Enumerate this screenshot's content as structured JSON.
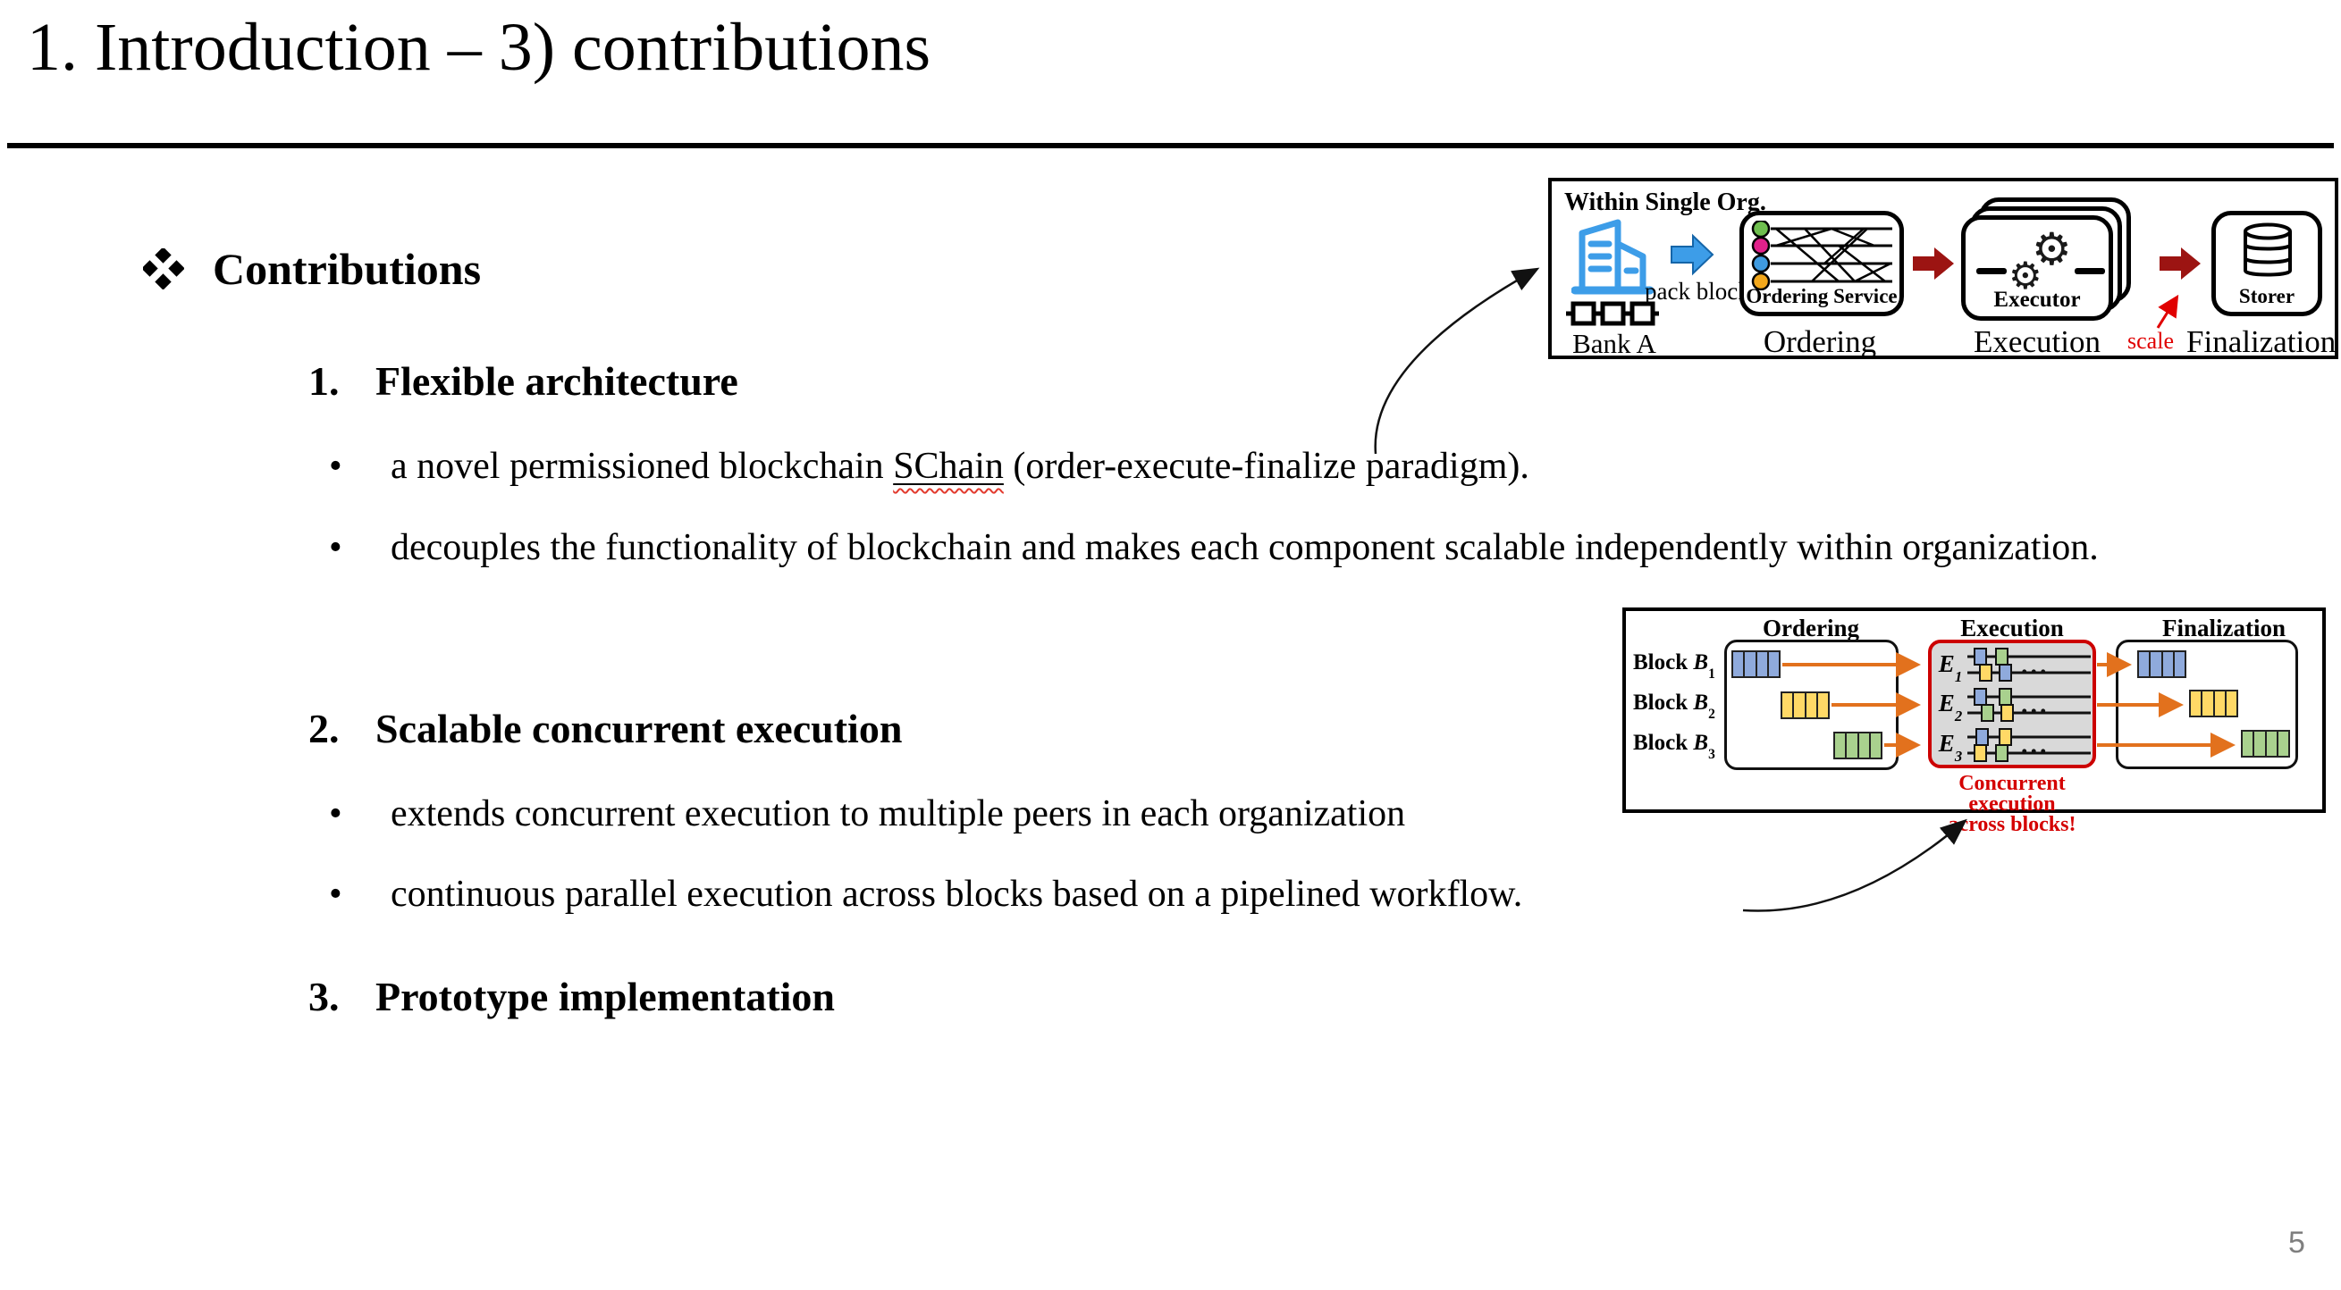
{
  "slide": {
    "title": "1. Introduction – 3) contributions",
    "page_number": "5"
  },
  "outline": {
    "marker_icon": "four-diamond-bullet",
    "heading": "Contributions",
    "bullet_glyph": "•",
    "section1": {
      "number": "1.",
      "title": "Flexible architecture",
      "bullet1_pre": "a novel permissioned blockchain ",
      "bullet1_term": "SChain",
      "bullet1_post": " (order-execute-finalize paradigm).",
      "bullet2": "decouples the functionality of blockchain and makes each component scalable independently within organization."
    },
    "section2": {
      "number": "2.",
      "title": "Scalable concurrent execution",
      "bullet1": "extends concurrent execution to multiple peers in each organization",
      "bullet2": "continuous parallel execution across blocks based on a pipelined workflow."
    },
    "section3": {
      "number": "3.",
      "title": "Prototype implementation"
    }
  },
  "diagram1": {
    "org_label": "Within Single Org.",
    "bank_label": "Bank A",
    "pack_label": "pack block",
    "ordering_service_label": "Ordering Service",
    "executor_label": "Executor",
    "storer_label": "Storer",
    "scale_label": "scale",
    "stage_labels": [
      "Ordering",
      "Execution",
      "Finalization"
    ],
    "dot_colors": [
      "#6fbf4f",
      "#e0218a",
      "#3f9be0",
      "#f2a71b"
    ]
  },
  "diagram2": {
    "headers": [
      "Ordering",
      "Execution",
      "Finalization"
    ],
    "blocks": [
      {
        "label": "Block ",
        "symbol": "B",
        "sub": "1",
        "color": "#8faadc"
      },
      {
        "label": "Block ",
        "symbol": "B",
        "sub": "2",
        "color": "#ffd966"
      },
      {
        "label": "Block ",
        "symbol": "B",
        "sub": "3",
        "color": "#a9d18e"
      }
    ],
    "executors": [
      {
        "symbol": "E",
        "sub": "1"
      },
      {
        "symbol": "E",
        "sub": "2"
      },
      {
        "symbol": "E",
        "sub": "3"
      }
    ],
    "ellipsis": "...",
    "caption_line1": "Concurrent execution",
    "caption_line2": "across blocks!"
  },
  "colors": {
    "flow_arrow_red": "#9c1412",
    "pack_arrow_blue": "#3d9de8",
    "exec_border_red": "#cc0000",
    "exec_fill_gray": "#d9d9d9",
    "orange_arrow": "#e2711d",
    "block_blue": "#8faadc",
    "block_yellow": "#ffd966",
    "block_green": "#a9d18e",
    "accent_red_text": "#e00000",
    "page_number_gray": "#7f7f7f"
  }
}
